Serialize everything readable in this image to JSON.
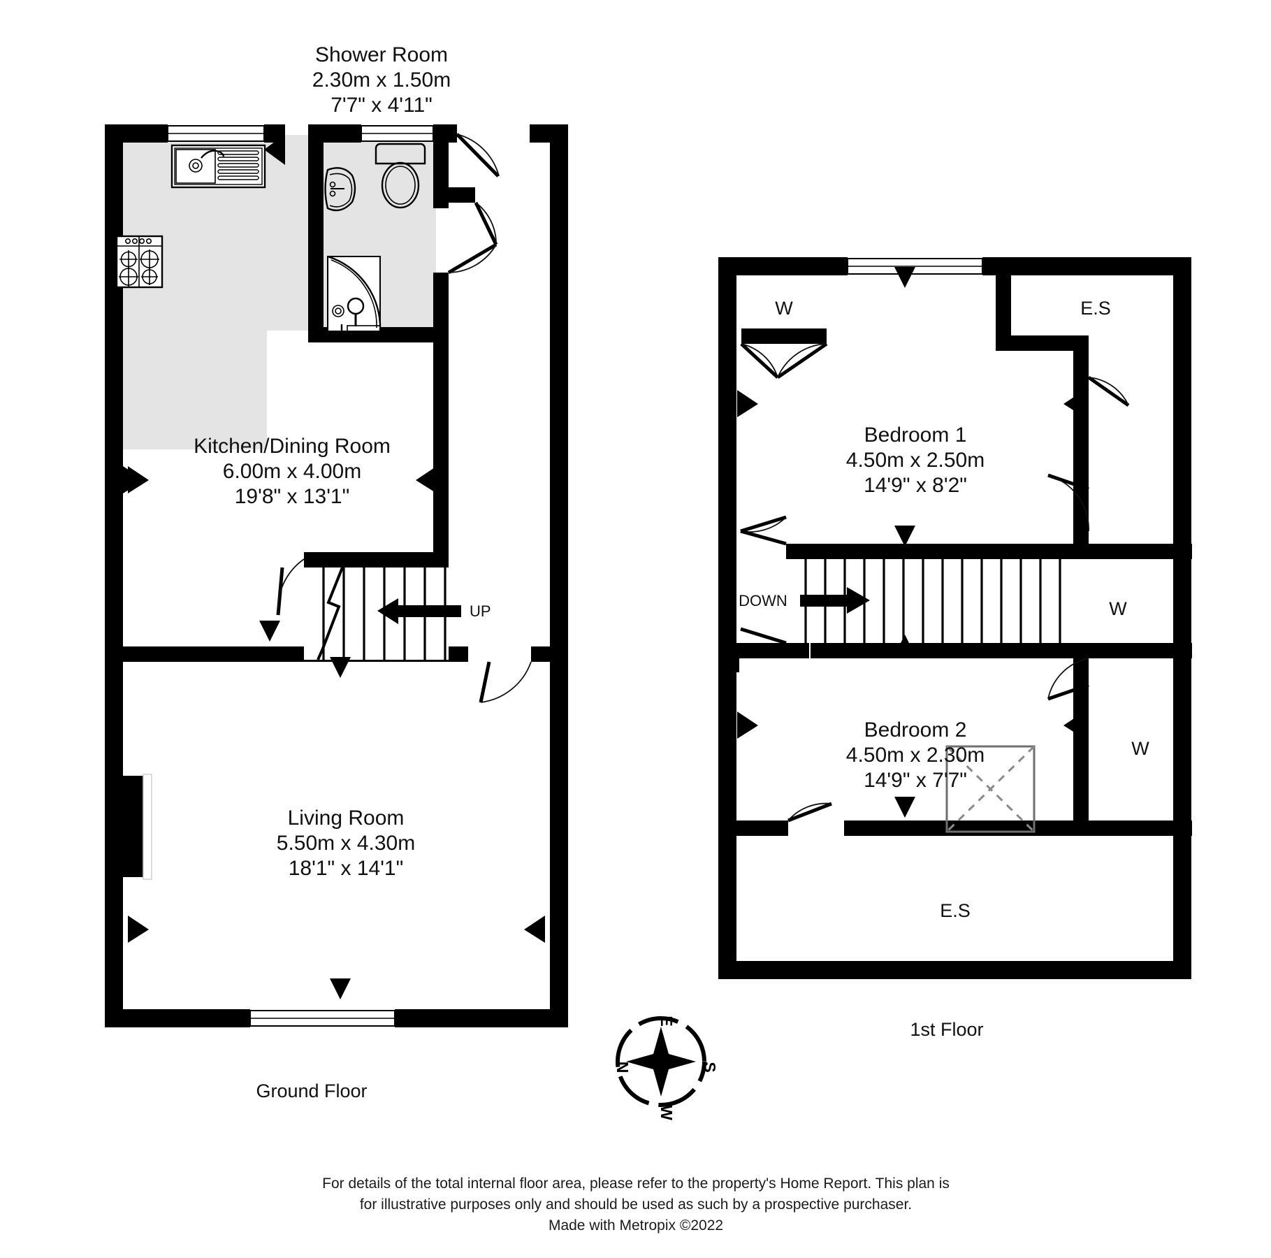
{
  "document": {
    "type": "floor-plan",
    "title": "Residential Floor Plan"
  },
  "ground_floor": {
    "label": "Ground Floor",
    "rooms": [
      {
        "name": "Shower Room",
        "dim_metric": "2.30m  x 1.50m",
        "dim_imperial": "7'7\"  x 4'11\"",
        "fixtures": [
          "toilet",
          "basin",
          "quadrant-shower"
        ]
      },
      {
        "name": "Kitchen/Dining Room",
        "dim_metric": "6.00m  x 4.00m",
        "dim_imperial": "19'8\"  x 13'1\"",
        "fixtures": [
          "sink-with-drainer",
          "four-burner-hob",
          "worktop-units"
        ]
      },
      {
        "name": "Living Room",
        "dim_metric": "5.50m  x 4.30m",
        "dim_imperial": "18'1\"  x 14'1\"",
        "fixtures": [
          "fireplace"
        ]
      }
    ],
    "stairs": {
      "direction_label": "UP"
    }
  },
  "first_floor": {
    "label": "1st Floor",
    "rooms": [
      {
        "name": "Bedroom 1",
        "dim_metric": "4.50m  x 2.50m",
        "dim_imperial": "14'9\"  x 8'2\""
      },
      {
        "name": "Bedroom 2",
        "dim_metric": "4.50m  x 2.30m",
        "dim_imperial": "14'9\"  x 7'7\""
      }
    ],
    "storage_labels": [
      {
        "id": "wardrobe-top-left",
        "text": "W"
      },
      {
        "id": "ensuite-top-right",
        "text": "E.S"
      },
      {
        "id": "wardrobe-mid-right",
        "text": "W"
      },
      {
        "id": "wardrobe-bedroom2-right",
        "text": "W"
      },
      {
        "id": "ensuite-bottom",
        "text": "E.S"
      }
    ],
    "stairs": {
      "direction_label": "DOWN"
    }
  },
  "compass": {
    "name": "compass-rose",
    "north": "N",
    "east": "E",
    "south": "S",
    "west": "W"
  },
  "footer": {
    "line1": "For details of the total internal floor area, please refer to the property's Home Report. This plan is",
    "line2": "for illustrative purposes only and should be used as such by a prospective purchaser.",
    "line3": "Made with Metropix ©2022"
  },
  "colors": {
    "wall": "#000000",
    "unit_fill": "#e4e4e4",
    "background": "#ffffff",
    "hatch": "#8a8a8a"
  }
}
